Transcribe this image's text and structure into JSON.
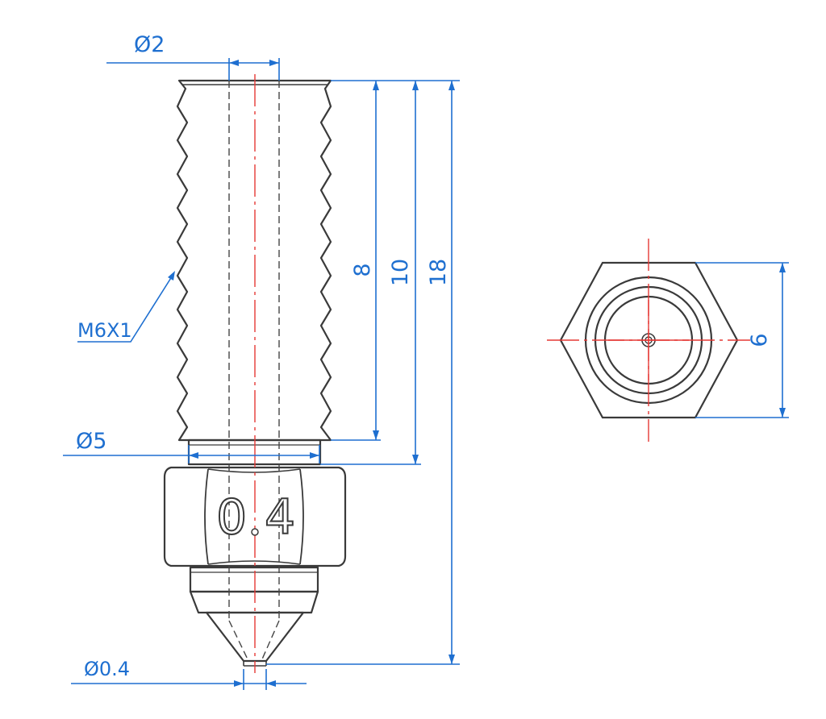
{
  "labels": {
    "bore_diameter": "Ø2",
    "thread": "M6X1",
    "thread_diameter": "Ø5",
    "nozzle_diameter": "Ø0.4",
    "engraving_digit1": "0",
    "engraving_digit2": "4",
    "thread_length": "8",
    "neck_length": "10",
    "total_length": "18",
    "hex_width": "6"
  },
  "colors": {
    "outline": "#3a3a3a",
    "dimension": "#1e6fd0",
    "centerline": "#e53935",
    "hidden_line": "#444444"
  }
}
